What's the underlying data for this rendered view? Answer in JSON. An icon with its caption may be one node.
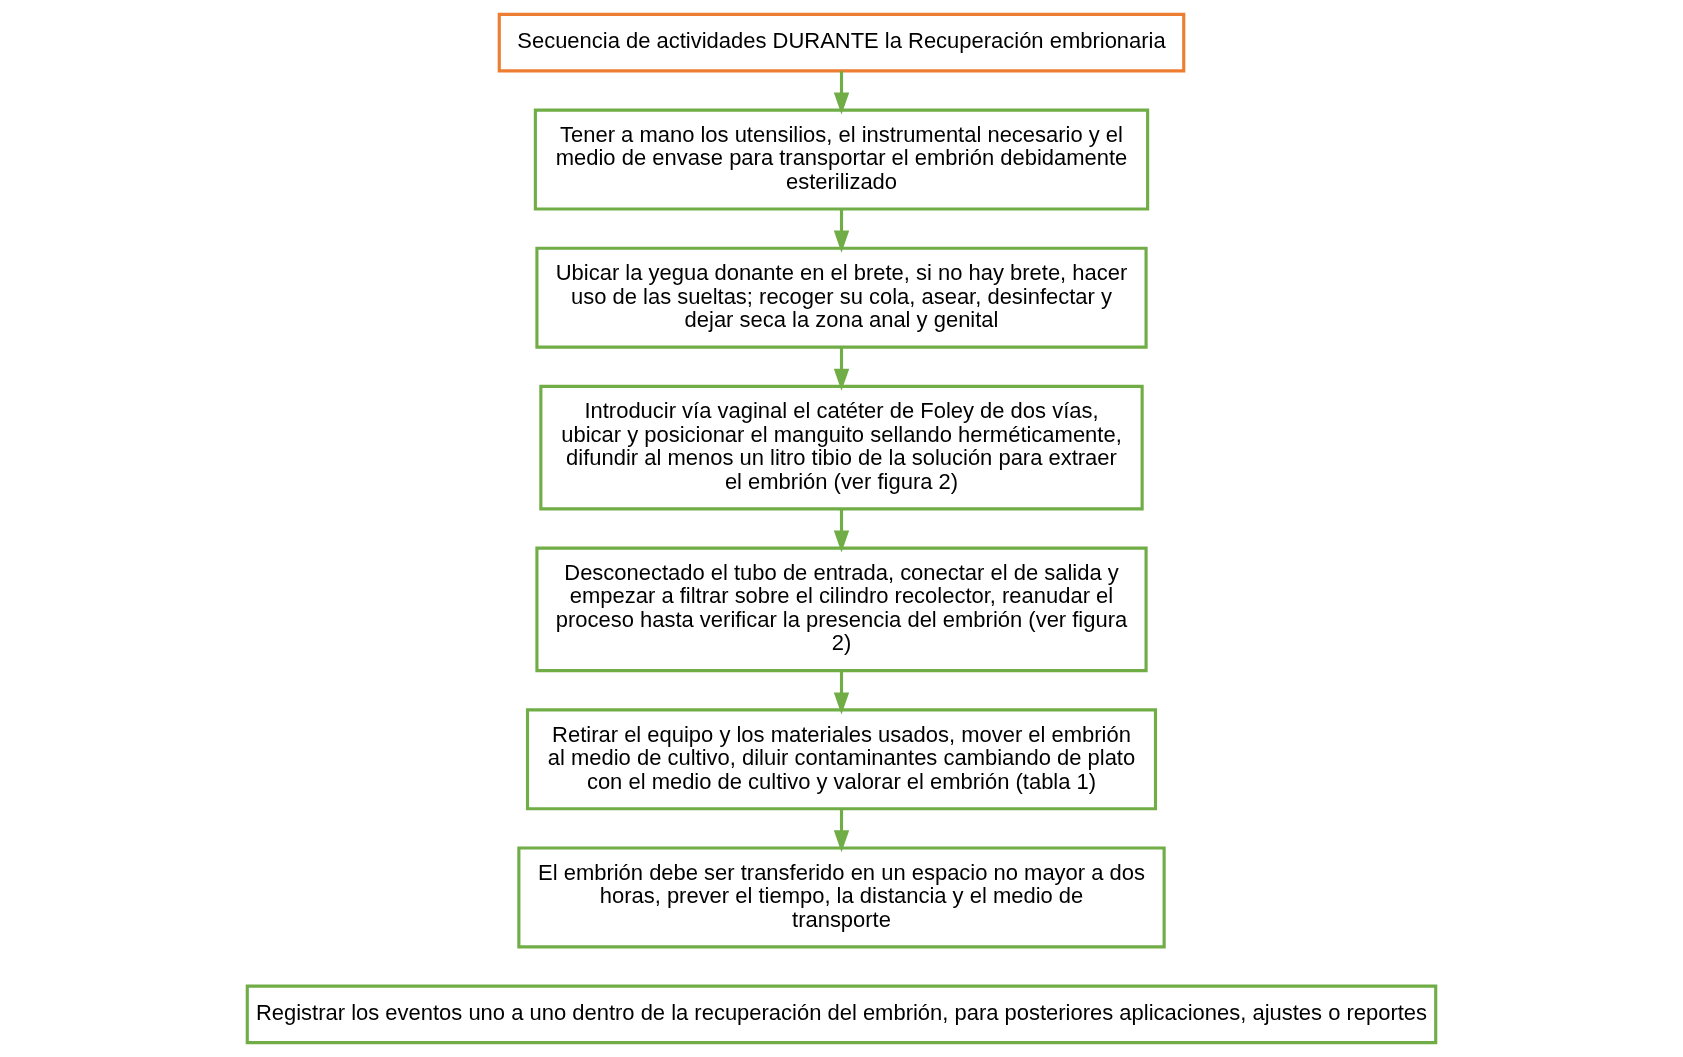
{
  "diagram": {
    "nodes": [
      {
        "text": [
          "Secuencia de actividades DURANTE la Recuperación embrionaria"
        ]
      },
      {
        "text": [
          "Tener a mano los utensilios, el instrumental necesario y el medio de envase para transportar el embrión debidamente esterilizado"
        ]
      },
      {
        "text": [
          "Ubicar la yegua donante en el brete, si no hay brete, hacer uso de las sueltas; recoger su cola, asear, desinfectar y dejar seca la zona anal y genital"
        ]
      },
      {
        "text": [
          "Introducir vía vaginal el catéter de Foley de dos vías, ubicar y posicionar el manguito sellando herméticamente, difundir al menos un litro tibio de la solución para extraer el embrión (ver figura 2)"
        ]
      },
      {
        "text": [
          "Desconectado el tubo de entrada, conectar el de salida y empezar a filtrar sobre el cilindro recolector, reanudar el proceso hasta verificar la presencia del embrión (ver figura 2)"
        ]
      },
      {
        "text": [
          "Retirar el equipo y los materiales usados, mover el embrión al medio de cultivo, diluir contaminantes cambiando de plato con el medio de cultivo y valorar el embrión (tabla 1)"
        ]
      },
      {
        "text": [
          "El embrión debe ser transferido en un espacio no mayor a dos horas, prever el tiempo, la distancia y el medio de transporte"
        ]
      },
      {
        "text": [
          "Registrar los eventos uno a uno dentro de la recuperación del embrión, para posteriores aplicaciones, ajustes o reportes"
        ]
      }
    ],
    "edges": [
      {
        "from": 0,
        "to": 1,
        "arrow": "to"
      },
      {
        "from": 1,
        "to": 2,
        "arrow": "to"
      },
      {
        "from": 2,
        "to": 3,
        "arrow": "to"
      },
      {
        "from": 3,
        "to": 4,
        "arrow": "to"
      },
      {
        "from": 4,
        "to": 5,
        "arrow": "to"
      },
      {
        "from": 5,
        "to": 6,
        "arrow": "to"
      }
    ]
  }
}
